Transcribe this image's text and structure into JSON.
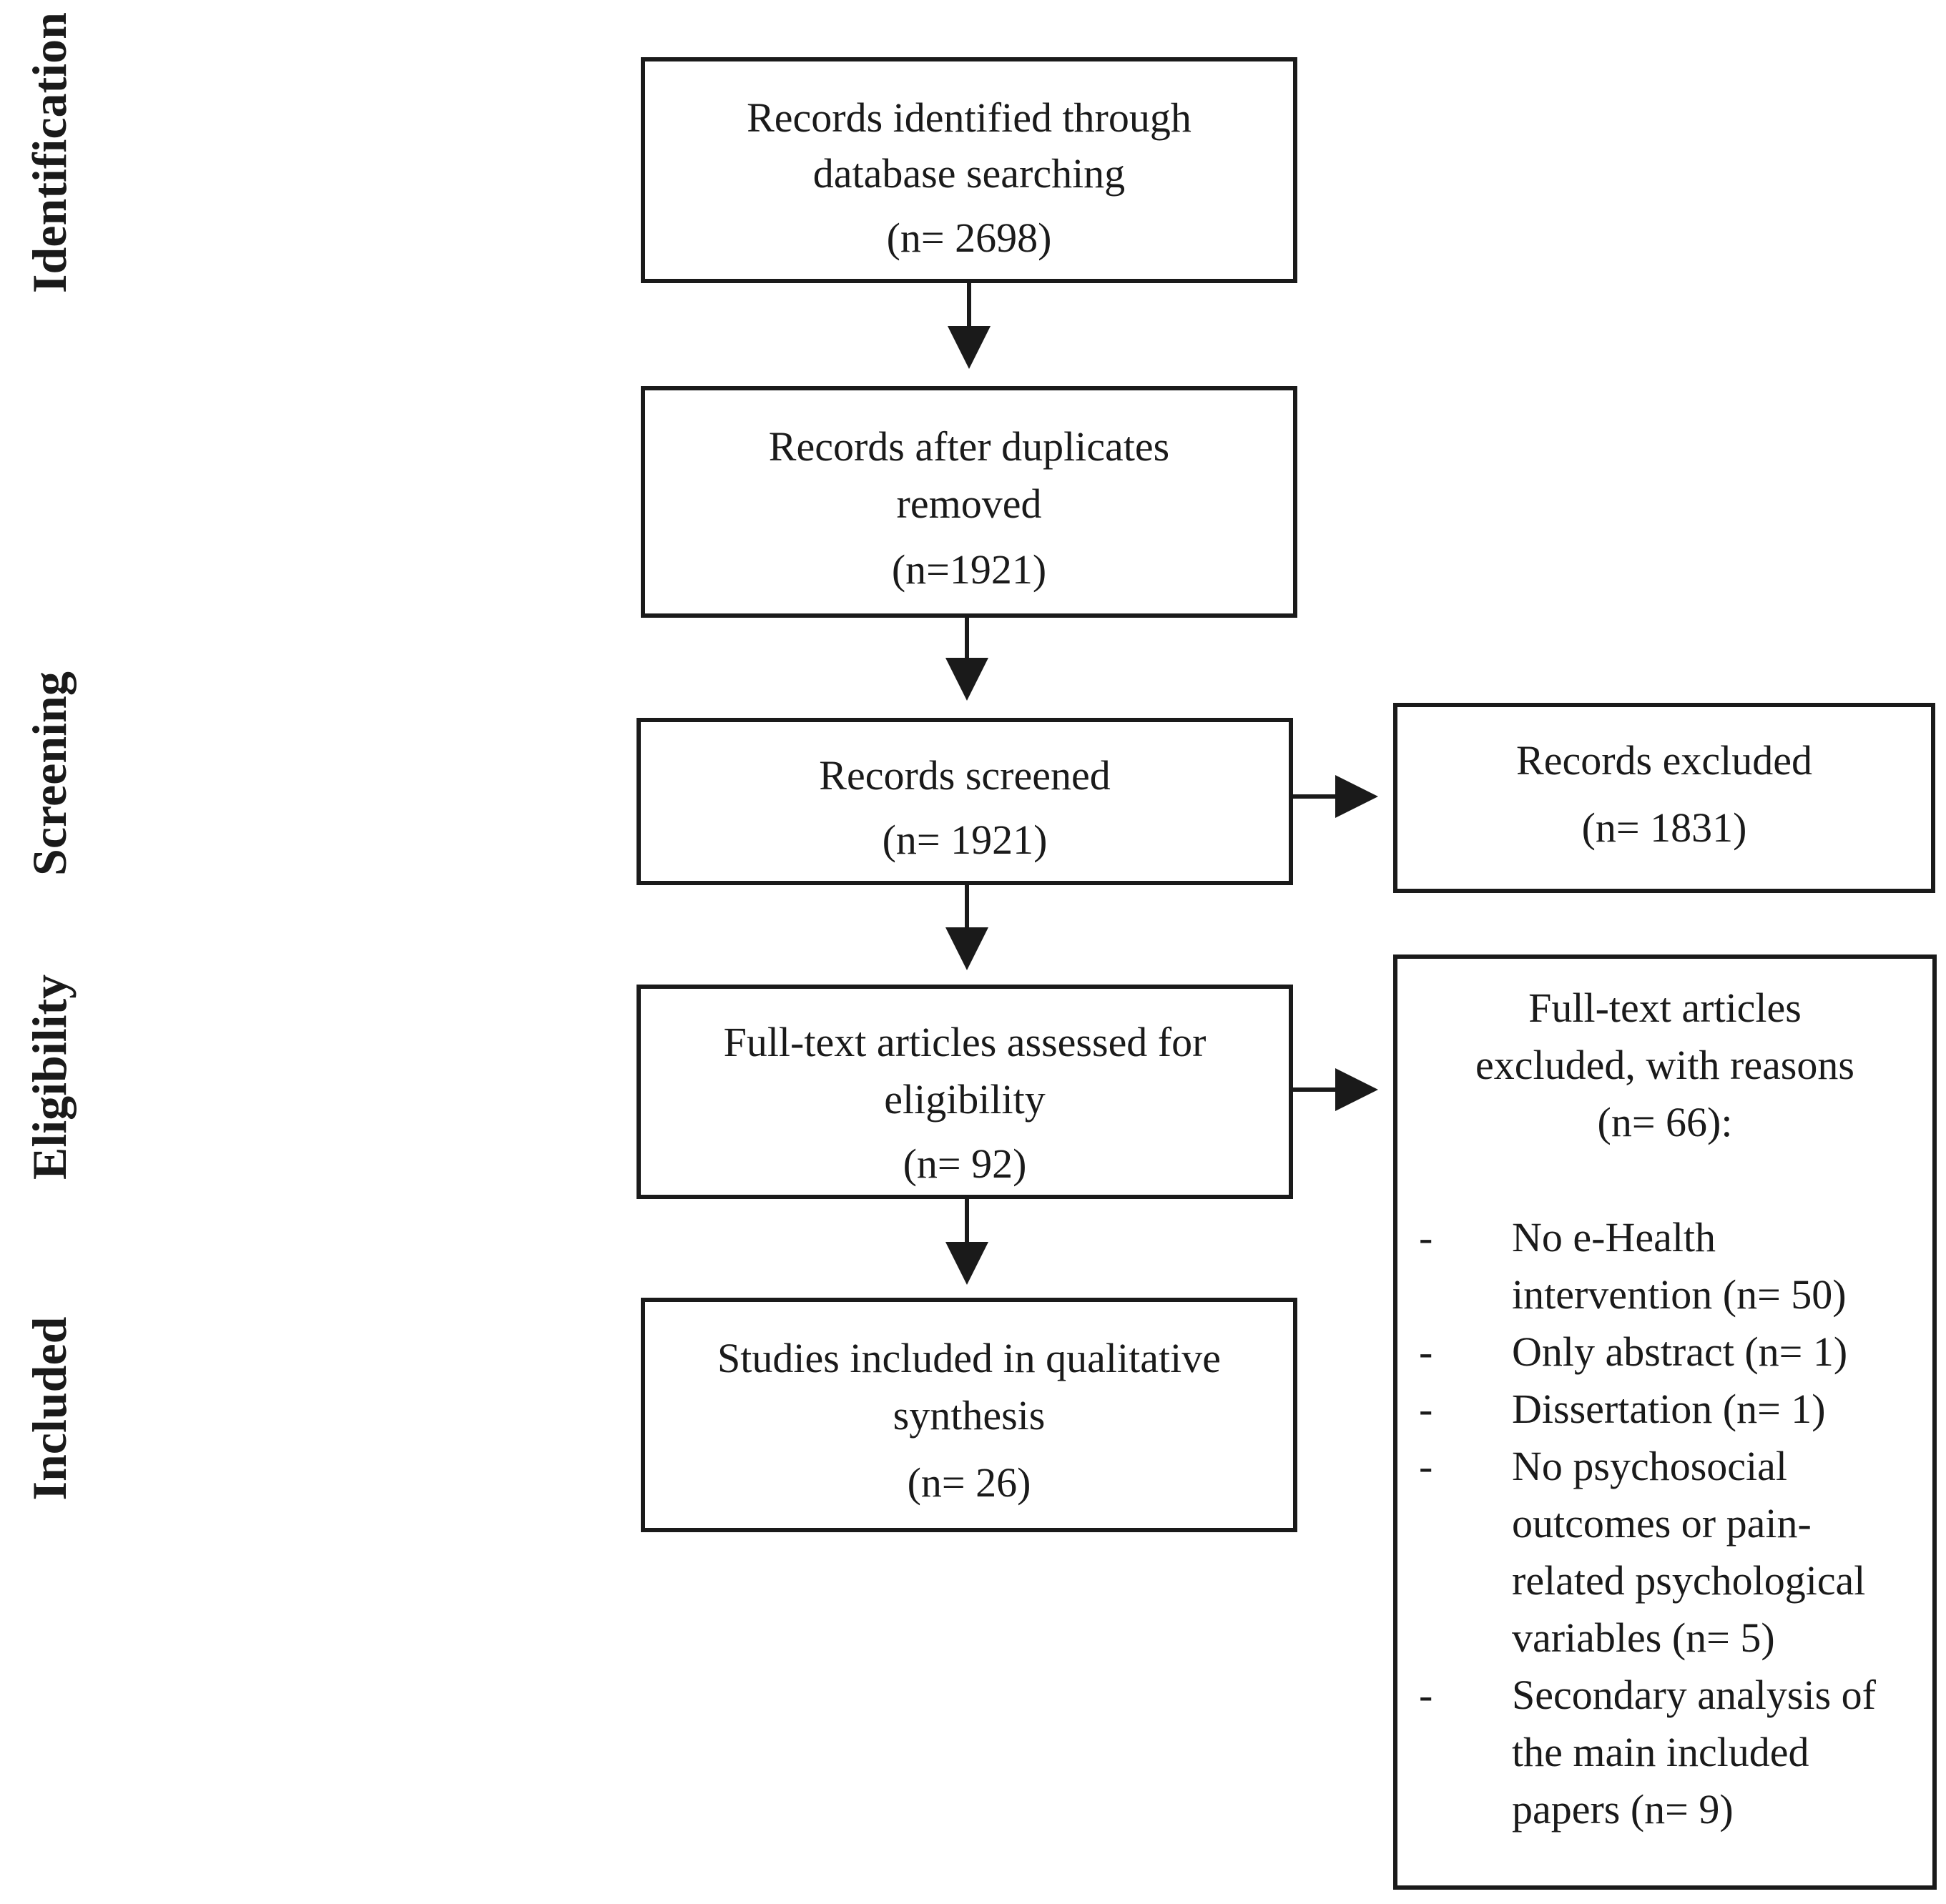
{
  "phases": {
    "identification": "Identification",
    "screening": "Screening",
    "eligibility": "Eligibility",
    "included": "Included"
  },
  "boxes": {
    "identified": {
      "line1": "Records identified through",
      "line2": "database searching",
      "count": "(n= 2698)"
    },
    "duplicates": {
      "line1": "Records after duplicates",
      "line2": "removed",
      "count": "(n=1921)"
    },
    "screened": {
      "line1": "Records screened",
      "count": "(n= 1921)"
    },
    "excluded": {
      "line1": "Records excluded",
      "count": "(n= 1831)"
    },
    "fulltext": {
      "line1": "Full-text articles assessed for",
      "line2": "eligibility",
      "count": "(n= 92)"
    },
    "included": {
      "line1": "Studies included in qualitative",
      "line2": "synthesis",
      "count": "(n= 26)"
    },
    "fulltext_excluded": {
      "line1": "Full-text articles",
      "line2": "excluded, with reasons",
      "count": "(n= 66):",
      "reasons": [
        {
          "dash": "-",
          "lines": [
            "No e-Health",
            "intervention (n= 50)"
          ]
        },
        {
          "dash": "-",
          "lines": [
            "Only abstract (n= 1)"
          ]
        },
        {
          "dash": "-",
          "lines": [
            "Dissertation (n= 1)"
          ]
        },
        {
          "dash": "-",
          "lines": [
            "No psychosocial",
            "outcomes or pain-",
            "related psychological",
            "variables (n= 5)"
          ]
        },
        {
          "dash": "-",
          "lines": [
            "Secondary analysis of",
            "the main included",
            "papers (n= 9)"
          ]
        }
      ]
    }
  }
}
